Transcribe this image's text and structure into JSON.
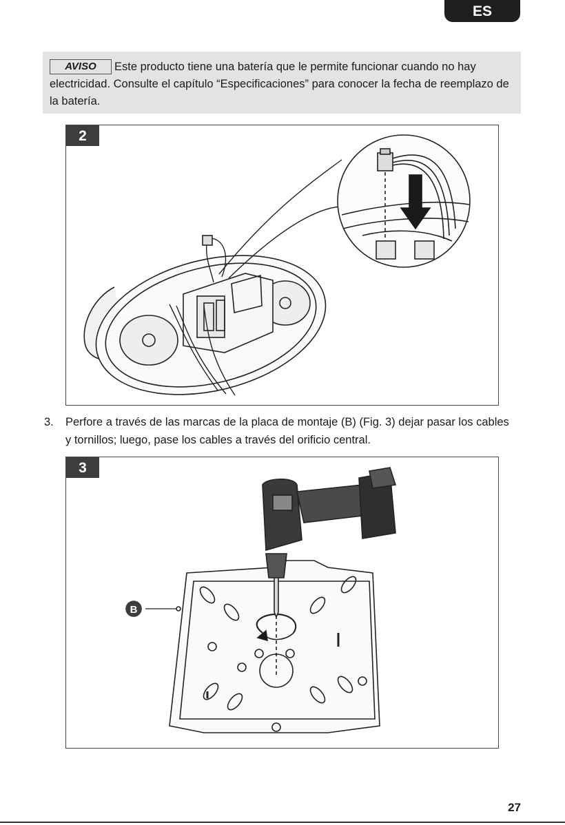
{
  "page": {
    "language_tab": "ES",
    "page_number": "27"
  },
  "notice": {
    "label": "AVISO",
    "text": "Este producto tiene una batería que le permite funcionar cuando no hay electricidad. Consulte el capítulo “Especificaciones” para conocer la fecha de reemplazo de la batería."
  },
  "figure2": {
    "number": "2"
  },
  "step3": {
    "number": "3.",
    "text": "Perfore a través de las marcas de la placa de montaje (B) (Fig. 3) dejar pasar los cables y tornillos; luego, pase los cables a través del orificio central."
  },
  "figure3": {
    "number": "3",
    "callout": "B"
  }
}
